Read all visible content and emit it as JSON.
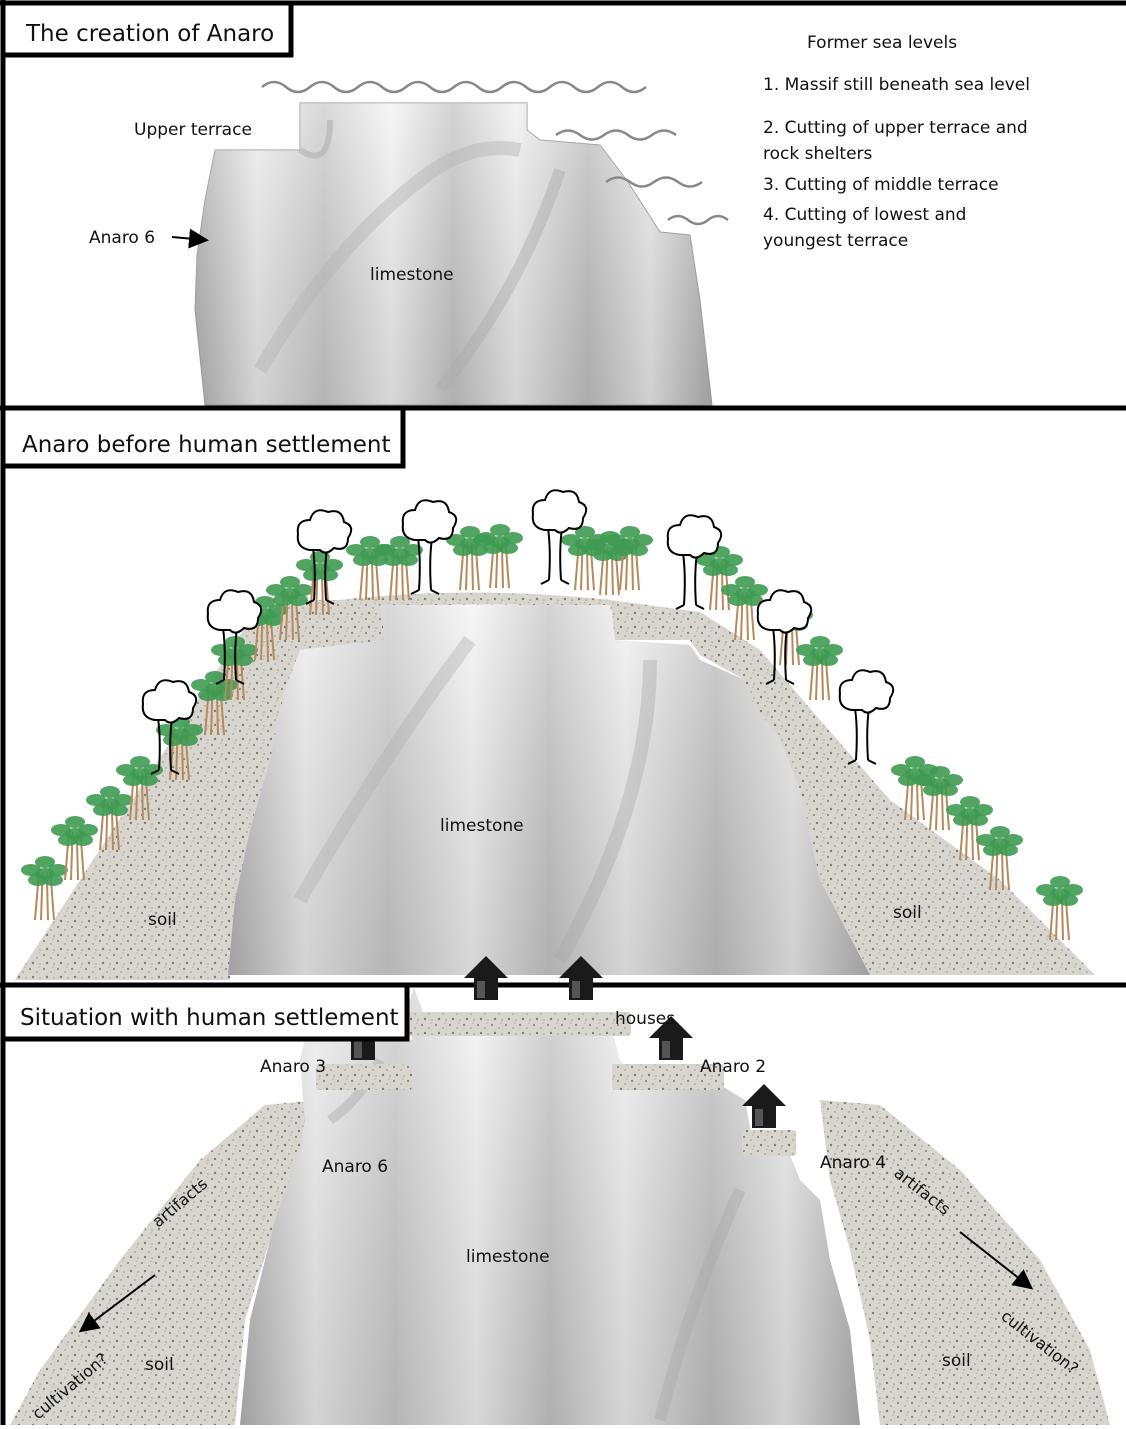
{
  "panel1": {
    "title": "The creation of Anaro",
    "legend_title": "Former sea levels",
    "legend": [
      [
        "1. Massif still beneath sea level"
      ],
      [
        "2. Cutting of upper terrace and",
        "rock shelters"
      ],
      [
        "3. Cutting of middle terrace"
      ],
      [
        "4. Cutting of lowest and",
        "youngest terrace"
      ]
    ],
    "upper_terrace": "Upper terrace",
    "anaro6": "Anaro 6",
    "limestone": "limestone"
  },
  "panel2": {
    "title": "Anaro before human settlement",
    "limestone": "limestone",
    "soil_left": "soil",
    "soil_right": "soil"
  },
  "panel3": {
    "title": "Situation with human settlement",
    "houses": "houses",
    "anaro3": "Anaro 3",
    "anaro2": "Anaro 2",
    "anaro6": "Anaro 6",
    "anaro4": "Anaro 4",
    "limestone": "limestone",
    "soil_left": "soil",
    "soil_right": "soil",
    "artifacts_left": "artifacts",
    "cultivation_left": "cultivation?",
    "artifacts_right": "artifacts",
    "cultivation_right": "cultivation?"
  },
  "colors": {
    "limestone_light": "#f4f4f4",
    "limestone_dark": "#9a9a9a",
    "soil": "#d6d3cc",
    "tree_green": "#3f9a52",
    "trunk": "#b58a5c",
    "house": "#1a1a1a"
  }
}
